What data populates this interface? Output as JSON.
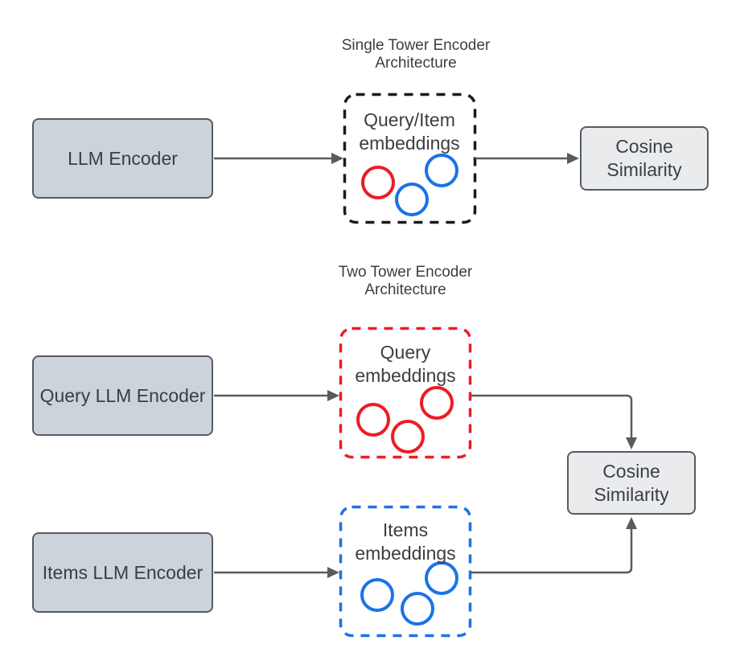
{
  "colors": {
    "box_fill": "#ccd3da",
    "box_border": "#555b62",
    "cosine_fill": "#e9ebed",
    "arrow": "#595b5d",
    "dashed_black": "#1a1a1a",
    "red": "#ed1c24",
    "blue": "#1a73e8",
    "text": "#3b3e42"
  },
  "single_tower": {
    "title": "Single Tower Encoder\nArchitecture",
    "encoder_label": "LLM Encoder",
    "embeddings_label": "Query/Item\nembeddings",
    "cosine_label": "Cosine\nSimilarity"
  },
  "two_tower": {
    "title": "Two Tower Encoder\nArchitecture",
    "query_encoder_label": "Query LLM Encoder",
    "items_encoder_label": "Items LLM Encoder",
    "query_embeddings_label": "Query\nembeddings",
    "items_embeddings_label": "Items\nembeddings",
    "cosine_label": "Cosine\nSimilarity"
  }
}
